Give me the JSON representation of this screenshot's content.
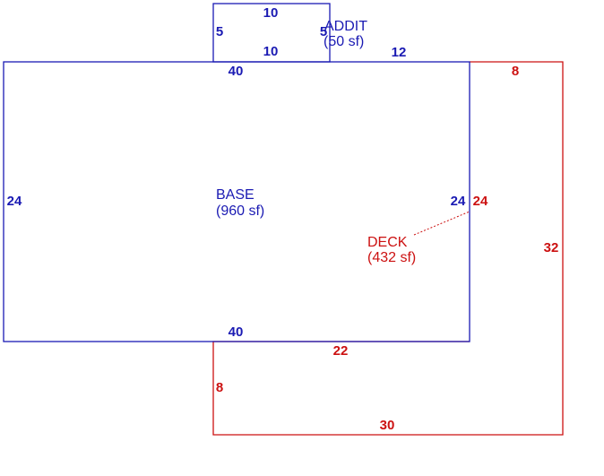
{
  "colors": {
    "base": "#1a1ab3",
    "deck": "#cc1111",
    "background": "#ffffff"
  },
  "areas": {
    "base": {
      "name": "BASE",
      "area": "(960 sf)"
    },
    "addit": {
      "name": "ADDIT",
      "area": "(50 sf)"
    },
    "deck": {
      "name": "DECK",
      "area": "(432 sf)"
    }
  },
  "dimensions": {
    "addit_top": "10",
    "addit_bottom": "10",
    "addit_left": "5",
    "addit_right": "5",
    "base_top": "40",
    "base_bottom": "40",
    "base_left": "24",
    "base_right": "24",
    "top_segment": "12",
    "deck_top": "8",
    "deck_right": "32",
    "deck_left_inner": "24",
    "deck_mid_bottom": "22",
    "deck_left_lower": "8",
    "deck_bottom": "30"
  }
}
